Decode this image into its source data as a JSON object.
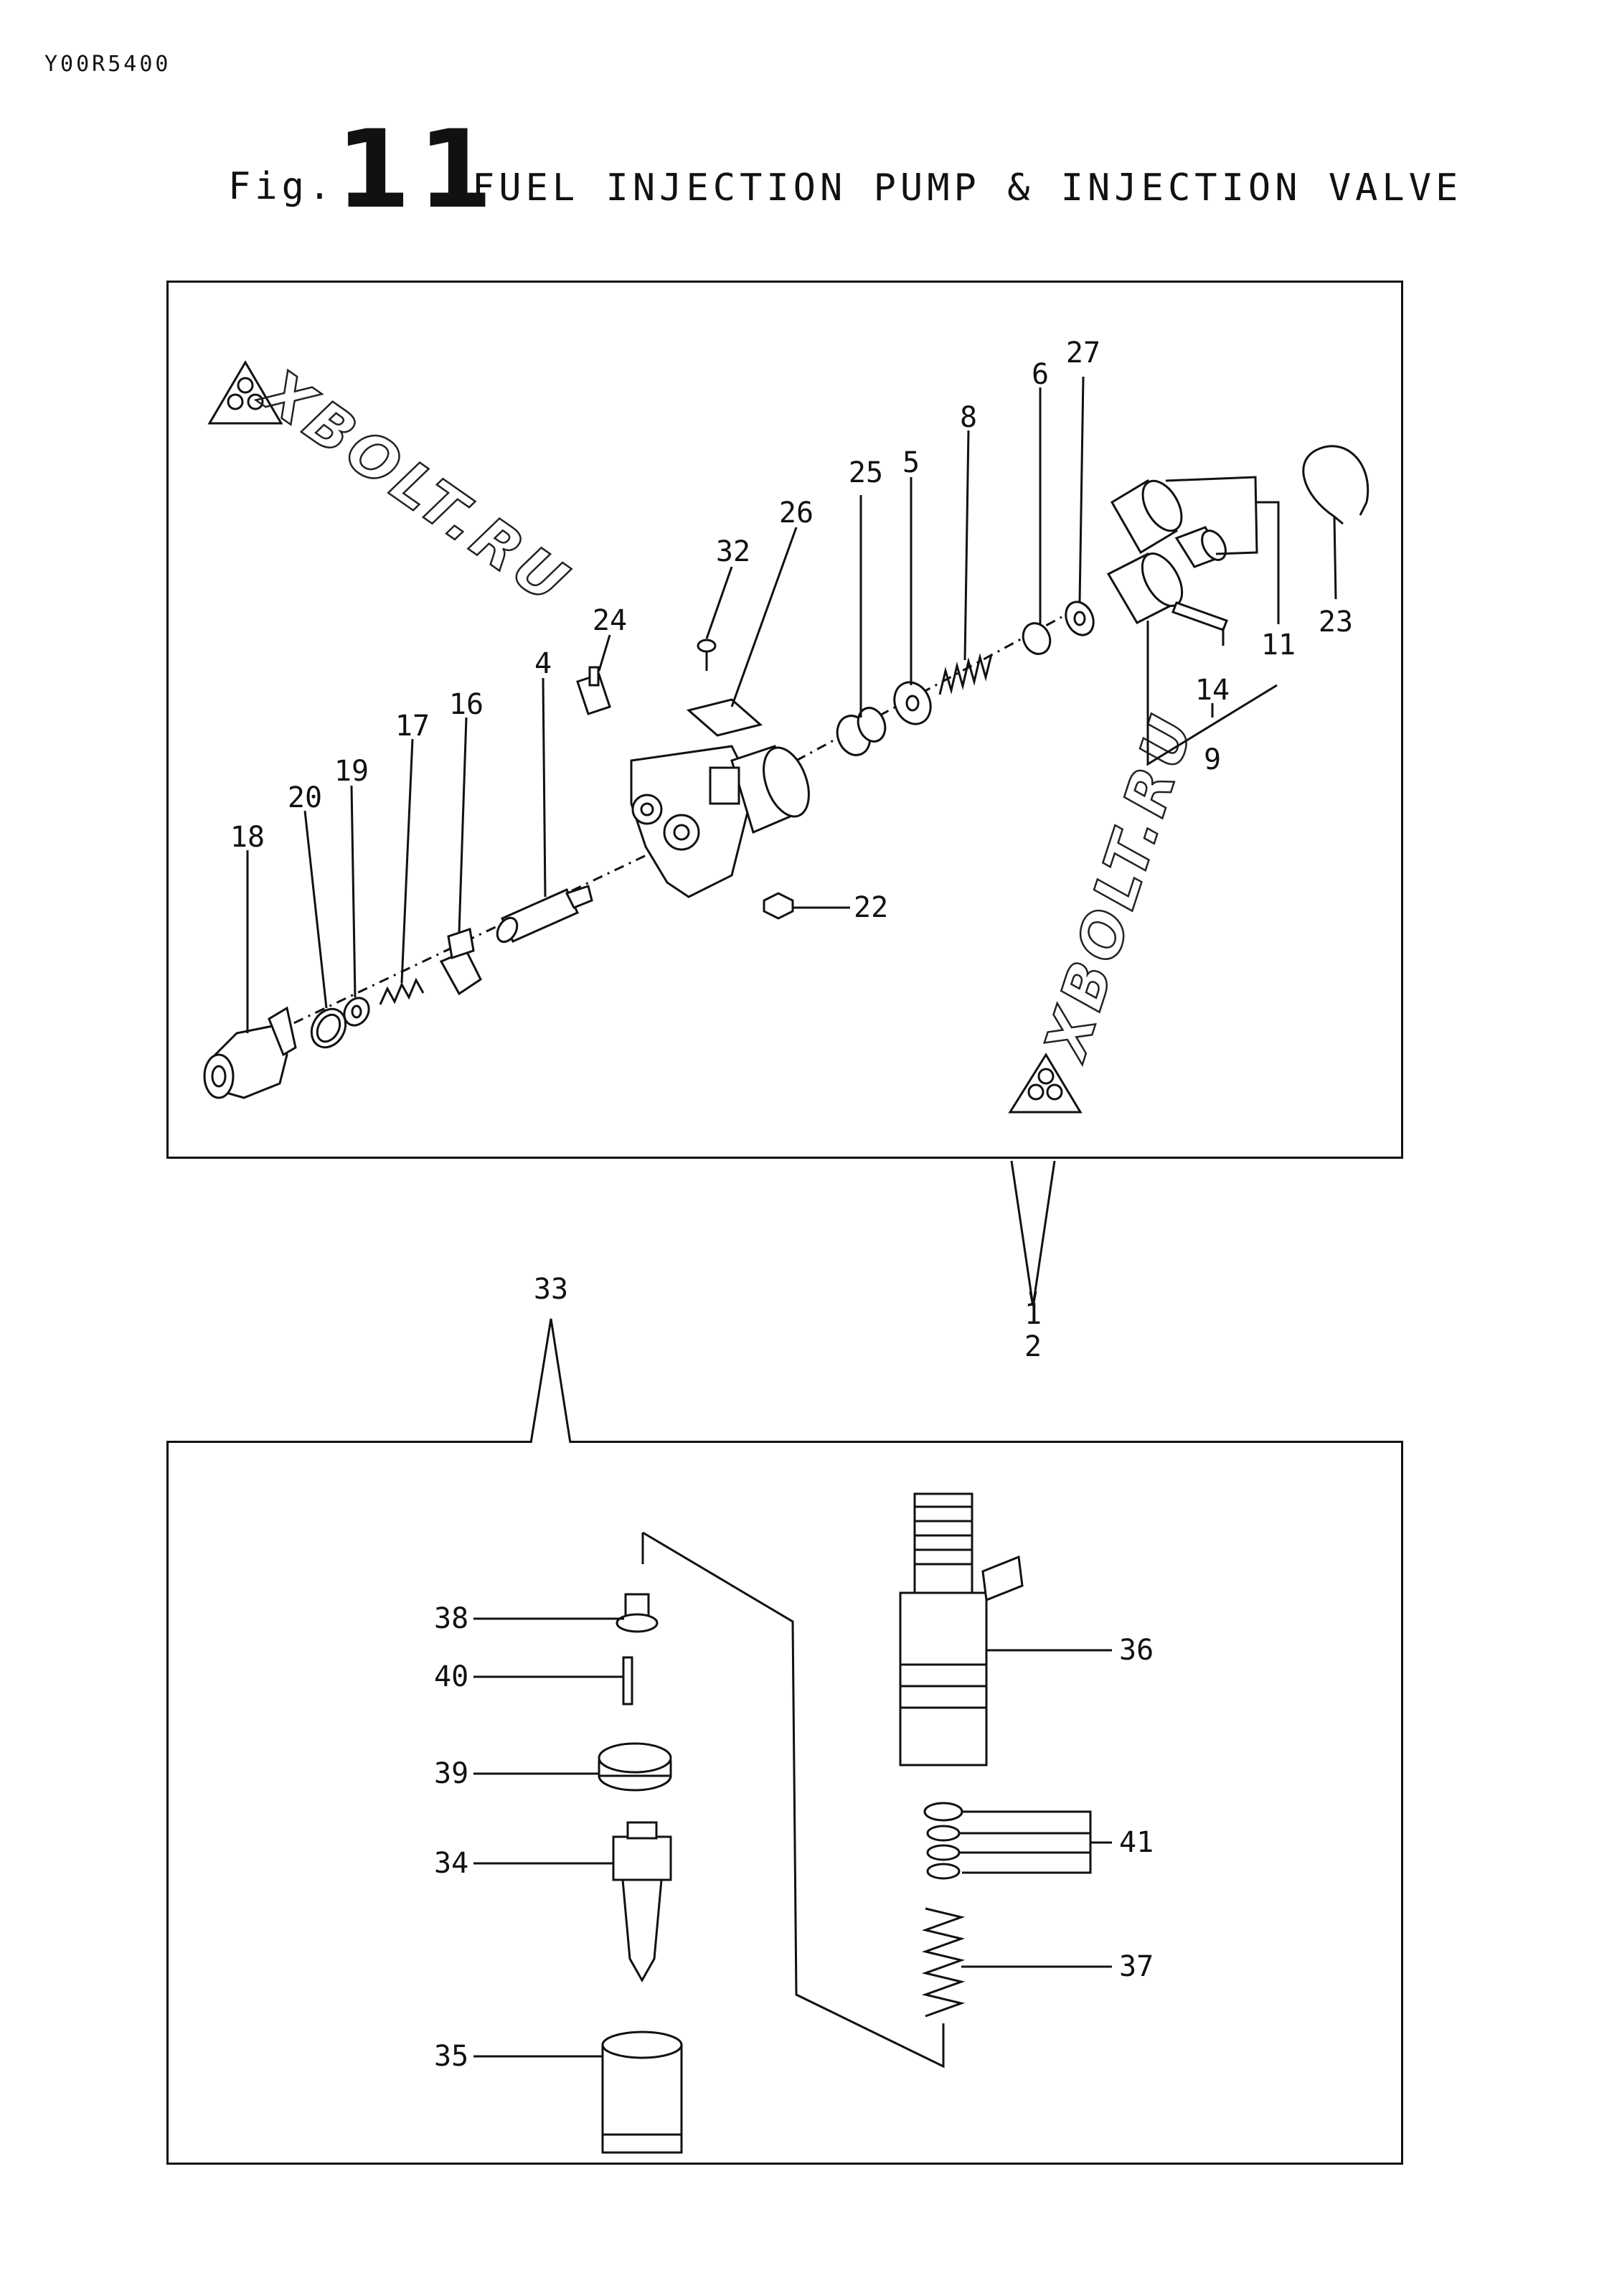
{
  "document_code": "Y00R5400",
  "figure": {
    "prefix": "Fig.",
    "number": "11",
    "caption": "FUEL INJECTION PUMP & INJECTION VALVE"
  },
  "watermark": {
    "text": "XBOLT.RU",
    "icon": "three-swirl-triangle-logo-icon"
  },
  "callouts": {
    "c1": "1",
    "c2": "2",
    "c4": "4",
    "c5": "5",
    "c6": "6",
    "c8": "8",
    "c9": "9",
    "c11": "11",
    "c14": "14",
    "c16": "16",
    "c17": "17",
    "c18": "18",
    "c19": "19",
    "c20": "20",
    "c22": "22",
    "c23": "23",
    "c24": "24",
    "c25": "25",
    "c26": "26",
    "c27": "27",
    "c32": "32",
    "c33": "33",
    "c34": "34",
    "c35": "35",
    "c36": "36",
    "c37": "37",
    "c38": "38",
    "c39": "39",
    "c40": "40",
    "c41": "41"
  }
}
